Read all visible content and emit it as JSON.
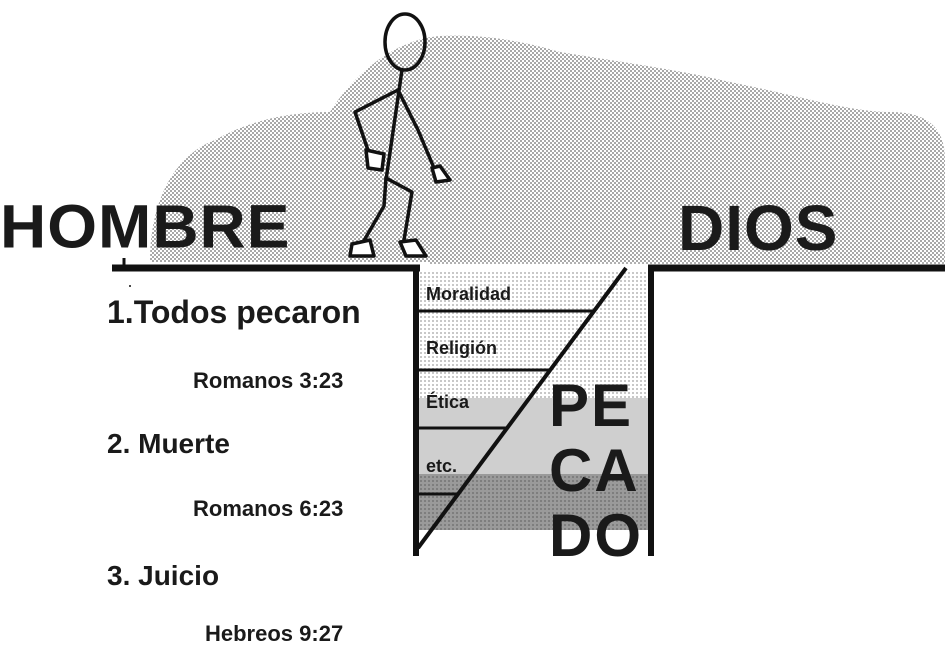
{
  "labels": {
    "left": "HOMBRE",
    "right": "DIOS"
  },
  "points": [
    {
      "title": "1.Todos pecaron",
      "reference": "Romanos 3:23"
    },
    {
      "title": "2. Muerte",
      "reference": "Romanos 6:23"
    },
    {
      "title": "3. Juicio",
      "reference": "Hebreos 9:27"
    }
  ],
  "steps": [
    "Moralidad",
    "Religión",
    "Ética",
    "etc."
  ],
  "chasm_word": [
    "PE",
    "CA",
    "DO"
  ],
  "colors": {
    "ink": "#1a1a1a",
    "sky_dots": "#b5b5b5",
    "chasm_light": "#d6d6d6",
    "chasm_dark": "#9a9a9a"
  }
}
